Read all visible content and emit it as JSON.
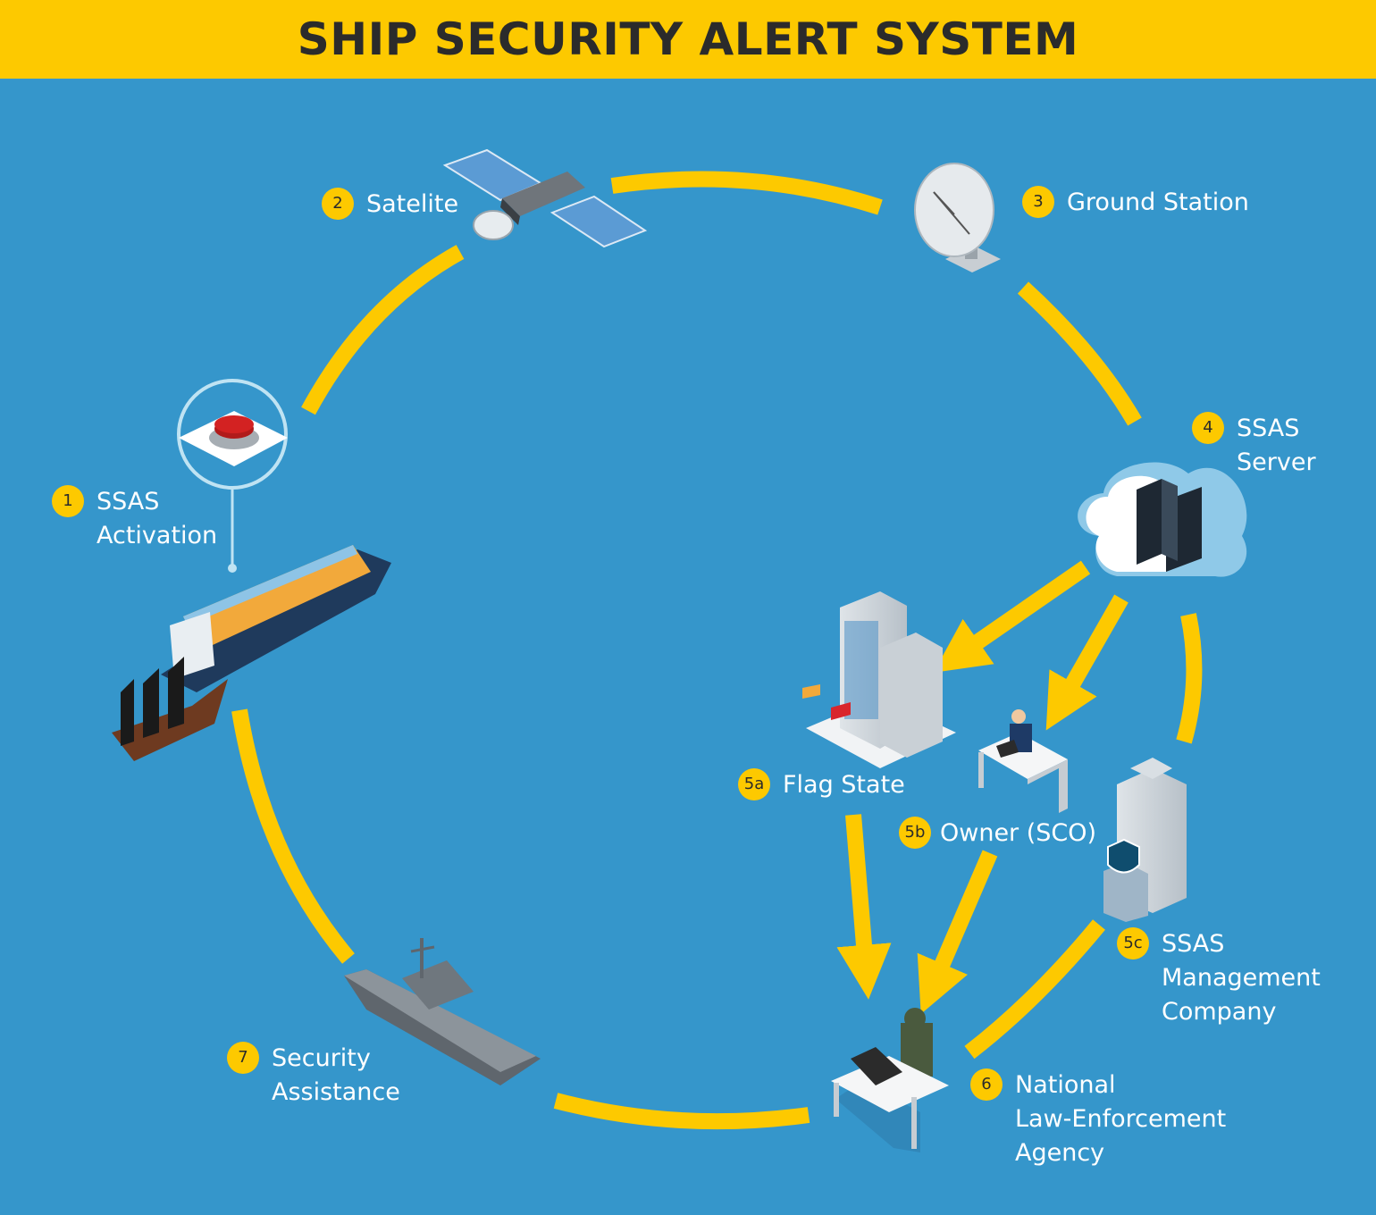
{
  "title": "SHIP SECURITY ALERT SYSTEM",
  "colors": {
    "background": "#3596cb",
    "header": "#fdc900",
    "arrow": "#fdc900",
    "badge": "#fdc900",
    "label": "#ffffff"
  },
  "nodes": [
    {
      "number": "1",
      "label": "SSAS\nActivation",
      "icon": "red-alarm-button-icon"
    },
    {
      "number": "2",
      "label": "Satelite",
      "icon": "satellite-icon"
    },
    {
      "number": "3",
      "label": "Ground Station",
      "icon": "satellite-dish-icon"
    },
    {
      "number": "4",
      "label": "SSAS\nServer",
      "icon": "cloud-server-icon"
    },
    {
      "number": "5a",
      "label": "Flag State",
      "icon": "government-building-icon"
    },
    {
      "number": "5b",
      "label": "Owner (SCO)",
      "icon": "office-worker-desk-icon"
    },
    {
      "number": "5c",
      "label": "SSAS\nManagement\nCompany",
      "icon": "office-tower-ssas-shield-icon"
    },
    {
      "number": "6",
      "label": "National\nLaw-Enforcement\nAgency",
      "icon": "soldier-laptop-desk-icon"
    },
    {
      "number": "7",
      "label": "Security\nAssistance",
      "icon": "warship-icon"
    }
  ],
  "ship": {
    "icon": "container-ship-pirate-icon"
  }
}
